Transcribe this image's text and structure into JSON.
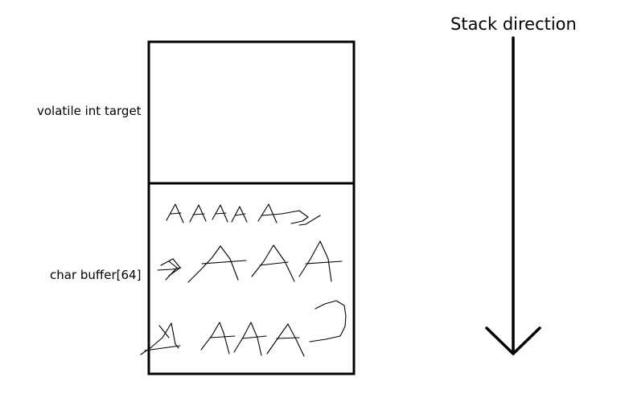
{
  "labels": {
    "target": "volatile int target",
    "buffer": "char buffer[64]",
    "stack_direction": "Stack direction"
  },
  "colors": {
    "line": "#000000",
    "background": "#ffffff"
  }
}
